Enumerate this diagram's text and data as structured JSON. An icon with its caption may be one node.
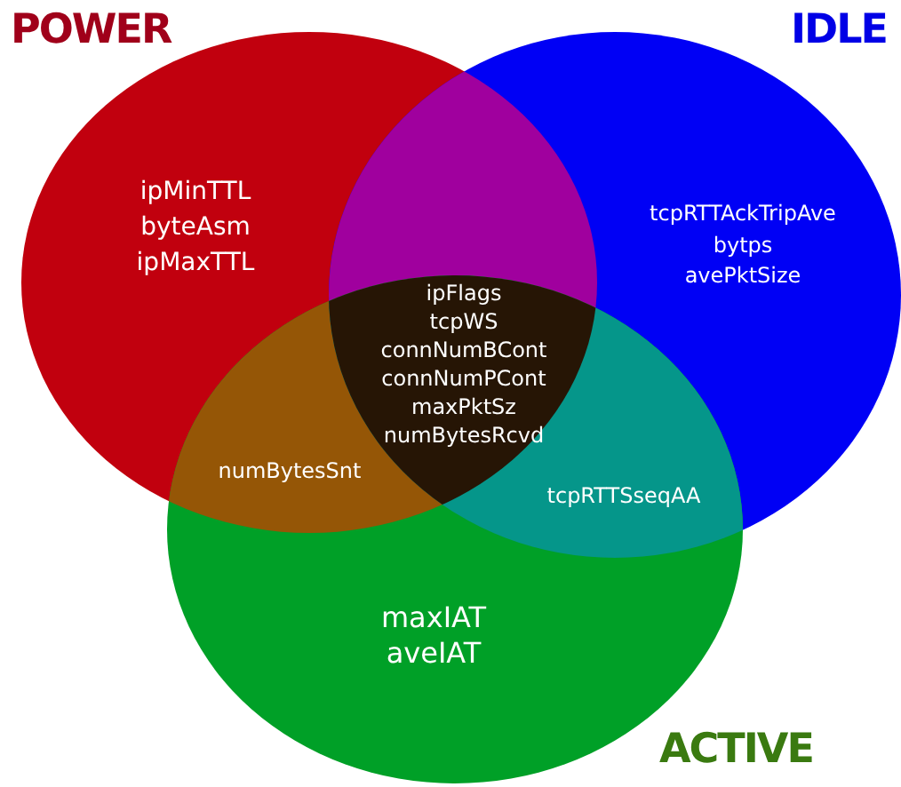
{
  "diagram": {
    "nodes": [
      {
        "text": [
          "POWER",
          "ipMinTTL",
          "byteAsm",
          "ipMaxTTL"
        ]
      },
      {
        "text": [
          "IDLE",
          "tcpRTTAckTripAve",
          "bytps",
          "avePktSize"
        ]
      },
      {
        "text": [
          "ACTIVE",
          "maxIAT",
          "aveIAT"
        ]
      },
      {
        "text": [
          "numBytesSnt"
        ]
      },
      {
        "text": [
          "ipFlags",
          "tcpWS",
          "connNumBCont",
          "connNumPCont",
          "maxPktSz",
          "numBytesRcvd"
        ]
      },
      {
        "text": [
          "tcpRTTSseqAA"
        ]
      }
    ]
  }
}
